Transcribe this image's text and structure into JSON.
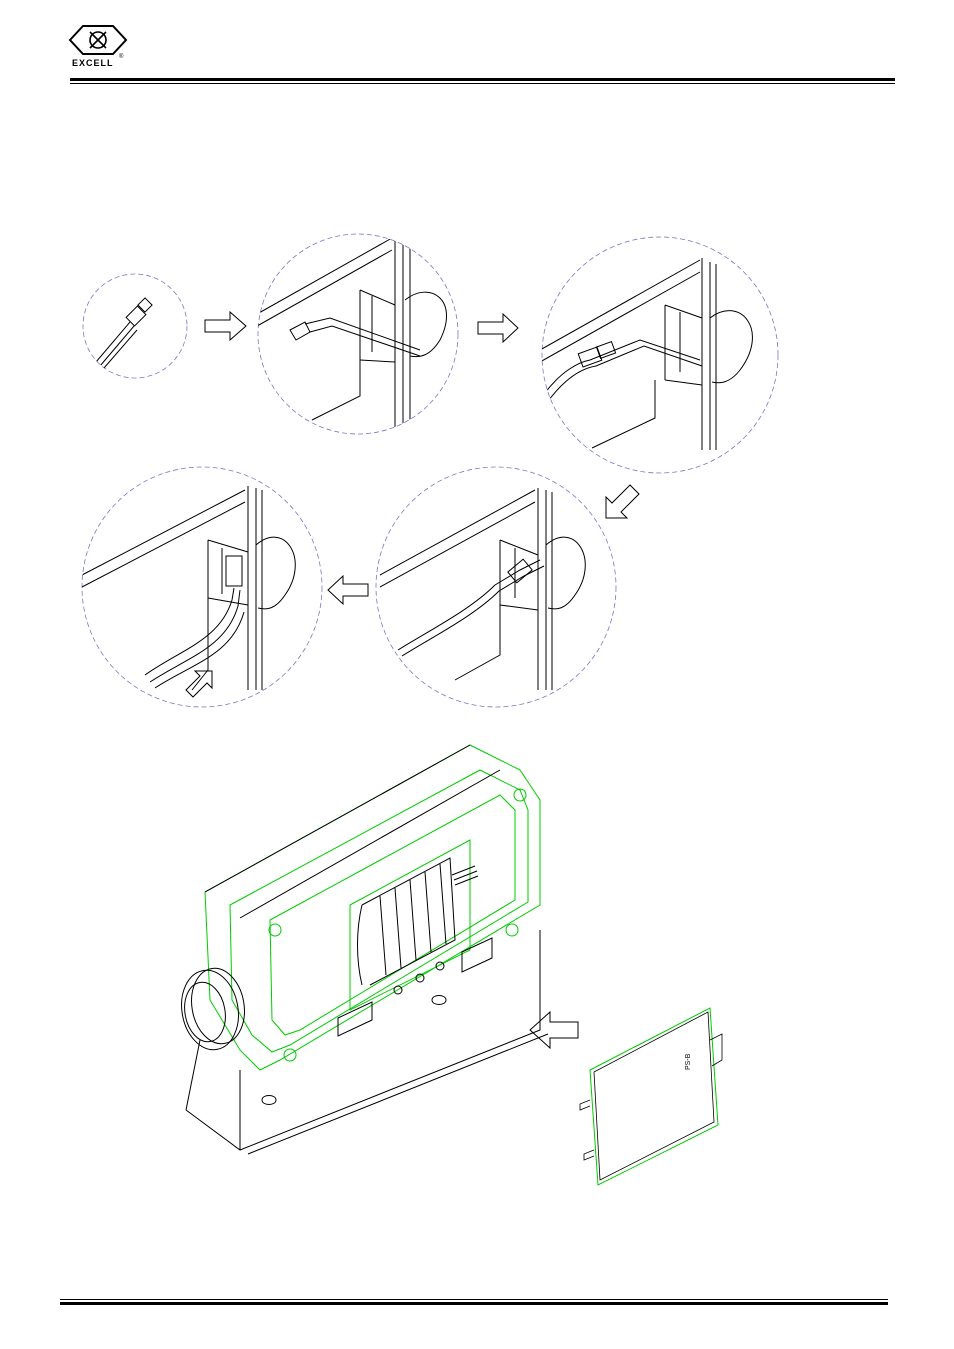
{
  "header": {
    "brand": "EXCELL",
    "registered_mark": "®"
  },
  "figure": {
    "steps": 6,
    "cover_label": "PS-B"
  },
  "colors": {
    "ink": "#000000",
    "circle_outline": "#7777cc",
    "green_outline": "#00cc00"
  }
}
